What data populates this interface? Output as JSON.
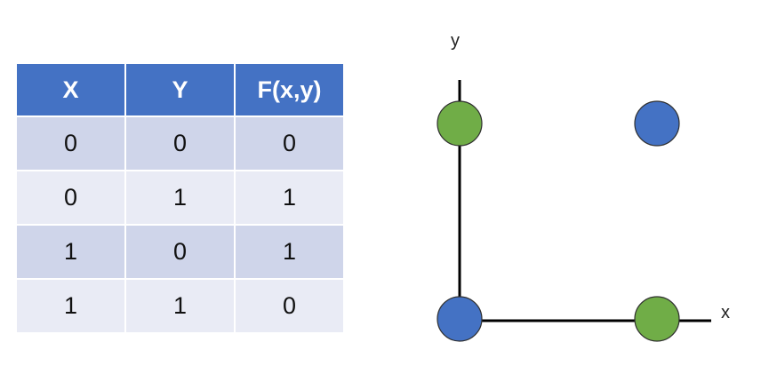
{
  "table": {
    "headers": [
      "X",
      "Y",
      "F(x,y)"
    ],
    "rows": [
      [
        "0",
        "0",
        "0"
      ],
      [
        "0",
        "1",
        "1"
      ],
      [
        "1",
        "0",
        "1"
      ],
      [
        "1",
        "1",
        "0"
      ]
    ],
    "header_color": "#4472c4",
    "row_colors": [
      "#cfd5ea",
      "#e9ebf5"
    ]
  },
  "plot": {
    "x_label": "x",
    "y_label": "y",
    "points": [
      {
        "x": 0,
        "y": 0,
        "color": "#4472c4"
      },
      {
        "x": 0,
        "y": 1,
        "color": "#70ad47"
      },
      {
        "x": 1,
        "y": 0,
        "color": "#70ad47"
      },
      {
        "x": 1,
        "y": 1,
        "color": "#4472c4"
      }
    ]
  }
}
